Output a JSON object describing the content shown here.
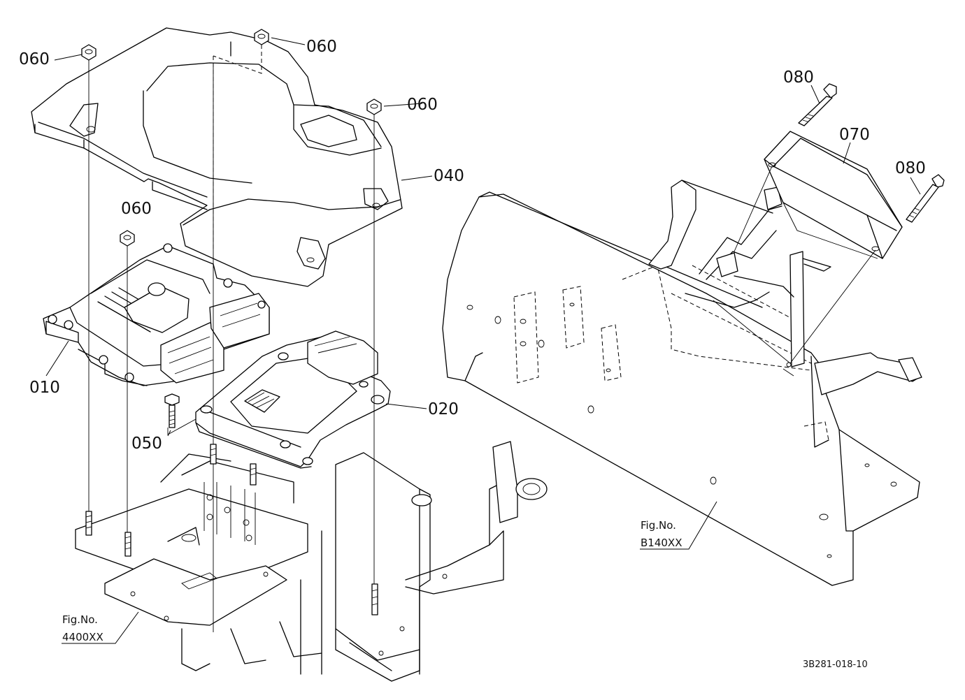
{
  "callouts": {
    "p060_a": "060",
    "p060_b": "060",
    "p060_c": "060",
    "p060_d": "060",
    "p040": "040",
    "p010": "010",
    "p020": "020",
    "p050": "050",
    "p080_a": "080",
    "p080_b": "080",
    "p070": "070"
  },
  "fig_refs": {
    "left_caption": "Fig.No.",
    "left_number": "4400XX",
    "right_caption": "Fig.No.",
    "right_number": "B140XX"
  },
  "drawing_id": "3B281-018-10"
}
